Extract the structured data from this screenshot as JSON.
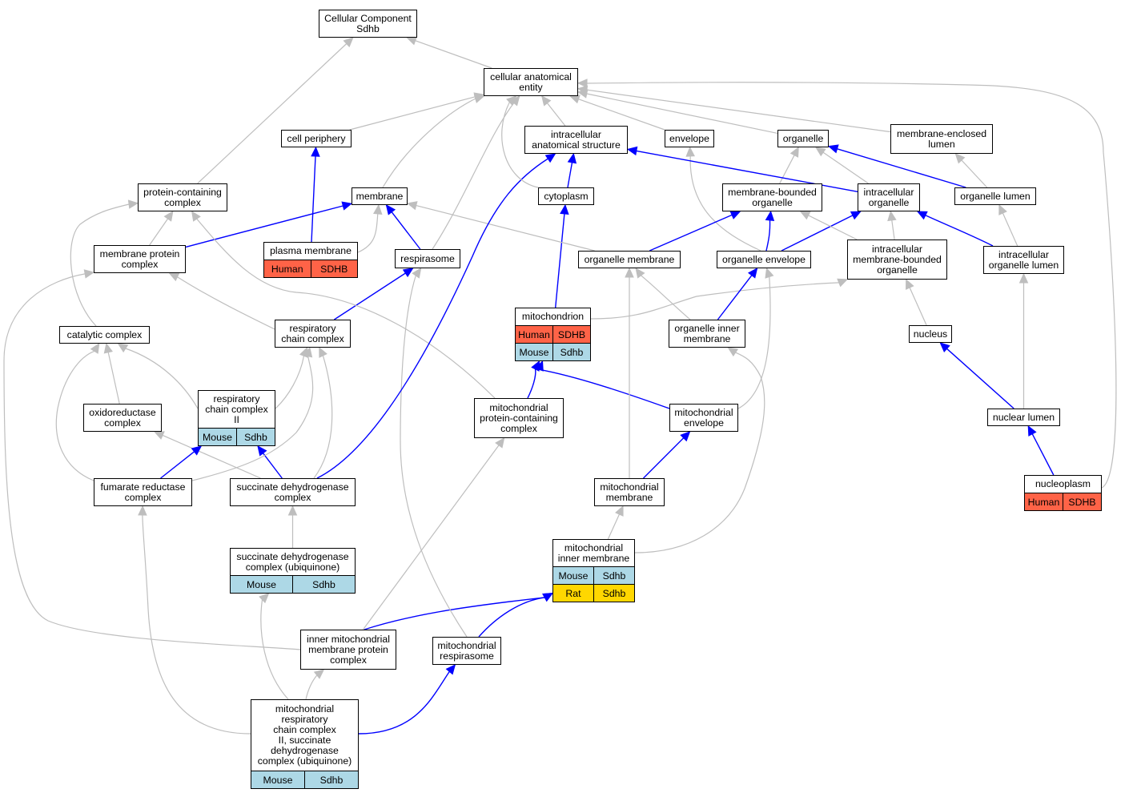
{
  "colors": {
    "human": "#ff6347",
    "mouse": "#add8e6",
    "rat": "#ffd700",
    "edge_is_a": "#bebebe",
    "edge_part_of": "#0000ff"
  },
  "nodes": [
    {
      "id": "root",
      "label": "Cellular Component\nSdhb"
    },
    {
      "id": "cae",
      "label": "cellular anatomical\nentity"
    },
    {
      "id": "cellper",
      "label": "cell periphery"
    },
    {
      "id": "ias",
      "label": "intracellular\nanatomical structure"
    },
    {
      "id": "envelope",
      "label": "envelope"
    },
    {
      "id": "organelle",
      "label": "organelle"
    },
    {
      "id": "melumen",
      "label": "membrane-enclosed\nlumen"
    },
    {
      "id": "pcc",
      "label": "protein-containing\ncomplex"
    },
    {
      "id": "membrane",
      "label": "membrane"
    },
    {
      "id": "cytoplasm",
      "label": "cytoplasm"
    },
    {
      "id": "mbo",
      "label": "membrane-bounded\norganelle"
    },
    {
      "id": "intorg",
      "label": "intracellular\norganelle"
    },
    {
      "id": "orglumen",
      "label": "organelle lumen"
    },
    {
      "id": "mpc",
      "label": "membrane protein\ncomplex"
    },
    {
      "id": "pm",
      "label": "plasma membrane",
      "rows": [
        [
          {
            "text": "Human",
            "species": "human"
          },
          {
            "text": "SDHB",
            "species": "human"
          }
        ]
      ]
    },
    {
      "id": "respirasome",
      "label": "respirasome"
    },
    {
      "id": "orgmem",
      "label": "organelle membrane"
    },
    {
      "id": "orgenv",
      "label": "organelle envelope"
    },
    {
      "id": "imbo",
      "label": "intracellular\nmembrane-bounded\norganelle"
    },
    {
      "id": "iol",
      "label": "intracellular\norganelle lumen"
    },
    {
      "id": "mito",
      "label": "mitochondrion",
      "rows": [
        [
          {
            "text": "Human",
            "species": "human"
          },
          {
            "text": "SDHB",
            "species": "human"
          }
        ],
        [
          {
            "text": "Mouse",
            "species": "mouse"
          },
          {
            "text": "Sdhb",
            "species": "mouse"
          }
        ]
      ]
    },
    {
      "id": "catcx",
      "label": "catalytic complex"
    },
    {
      "id": "rcc",
      "label": "respiratory\nchain complex"
    },
    {
      "id": "oim",
      "label": "organelle inner\nmembrane"
    },
    {
      "id": "nucleus",
      "label": "nucleus"
    },
    {
      "id": "rcc2",
      "label": "respiratory\nchain complex\nII",
      "rows": [
        [
          {
            "text": "Mouse",
            "species": "mouse"
          },
          {
            "text": "Sdhb",
            "species": "mouse"
          }
        ]
      ]
    },
    {
      "id": "oxred",
      "label": "oxidoreductase\ncomplex"
    },
    {
      "id": "mpcc",
      "label": "mitochondrial\nprotein-containing\ncomplex"
    },
    {
      "id": "menv",
      "label": "mitochondrial\nenvelope"
    },
    {
      "id": "nlumen",
      "label": "nuclear lumen"
    },
    {
      "id": "frc",
      "label": "fumarate reductase\ncomplex"
    },
    {
      "id": "sdc",
      "label": "succinate dehydrogenase\ncomplex"
    },
    {
      "id": "mmem",
      "label": "mitochondrial\nmembrane"
    },
    {
      "id": "nucleoplasm",
      "label": "nucleoplasm",
      "rows": [
        [
          {
            "text": "Human",
            "species": "human"
          },
          {
            "text": "SDHB",
            "species": "human"
          }
        ]
      ]
    },
    {
      "id": "sdcu",
      "label": "succinate dehydrogenase\ncomplex (ubiquinone)",
      "rows": [
        [
          {
            "text": "Mouse",
            "species": "mouse"
          },
          {
            "text": "Sdhb",
            "species": "mouse"
          }
        ]
      ]
    },
    {
      "id": "mim",
      "label": "mitochondrial\ninner membrane",
      "rows": [
        [
          {
            "text": "Mouse",
            "species": "mouse"
          },
          {
            "text": "Sdhb",
            "species": "mouse"
          }
        ],
        [
          {
            "text": "Rat",
            "species": "rat"
          },
          {
            "text": "Sdhb",
            "species": "rat"
          }
        ]
      ]
    },
    {
      "id": "impc",
      "label": "inner mitochondrial\nmembrane protein\ncomplex"
    },
    {
      "id": "mresp",
      "label": "mitochondrial\nrespirasome"
    },
    {
      "id": "mrc2",
      "label": "mitochondrial\nrespiratory\nchain complex\nII, succinate\ndehydrogenase\ncomplex (ubiquinone)",
      "rows": [
        [
          {
            "text": "Mouse",
            "species": "mouse"
          },
          {
            "text": "Sdhb",
            "species": "mouse"
          }
        ]
      ]
    }
  ],
  "edges": [
    {
      "from": "cae",
      "to": "root",
      "type": "is_a"
    },
    {
      "from": "pcc",
      "to": "root",
      "type": "is_a"
    },
    {
      "from": "cellper",
      "to": "cae",
      "type": "is_a"
    },
    {
      "from": "ias",
      "to": "cae",
      "type": "is_a"
    },
    {
      "from": "envelope",
      "to": "cae",
      "type": "is_a"
    },
    {
      "from": "organelle",
      "to": "cae",
      "type": "is_a"
    },
    {
      "from": "melumen",
      "to": "cae",
      "type": "is_a"
    },
    {
      "from": "membrane",
      "to": "cae",
      "type": "is_a"
    },
    {
      "from": "respirasome",
      "to": "cae",
      "type": "is_a"
    },
    {
      "from": "cytoplasm",
      "to": "cae",
      "type": "is_a"
    },
    {
      "from": "nucleoplasm",
      "to": "cae",
      "type": "is_a"
    },
    {
      "from": "pm",
      "to": "cellper",
      "type": "part_of"
    },
    {
      "from": "cytoplasm",
      "to": "ias",
      "type": "part_of"
    },
    {
      "from": "intorg",
      "to": "ias",
      "type": "part_of"
    },
    {
      "from": "sdc",
      "to": "ias",
      "type": "part_of"
    },
    {
      "from": "mbo",
      "to": "organelle",
      "type": "is_a"
    },
    {
      "from": "intorg",
      "to": "organelle",
      "type": "is_a"
    },
    {
      "from": "orglumen",
      "to": "organelle",
      "type": "part_of"
    },
    {
      "from": "orglumen",
      "to": "melumen",
      "type": "is_a"
    },
    {
      "from": "mpc",
      "to": "pcc",
      "type": "is_a"
    },
    {
      "from": "catcx",
      "to": "pcc",
      "type": "is_a"
    },
    {
      "from": "mpcc",
      "to": "pcc",
      "type": "is_a"
    },
    {
      "from": "mpc",
      "to": "membrane",
      "type": "part_of"
    },
    {
      "from": "pm",
      "to": "membrane",
      "type": "is_a"
    },
    {
      "from": "respirasome",
      "to": "membrane",
      "type": "part_of"
    },
    {
      "from": "orgmem",
      "to": "membrane",
      "type": "is_a"
    },
    {
      "from": "mito",
      "to": "cytoplasm",
      "type": "part_of"
    },
    {
      "from": "orgmem",
      "to": "mbo",
      "type": "part_of"
    },
    {
      "from": "orgenv",
      "to": "mbo",
      "type": "part_of"
    },
    {
      "from": "imbo",
      "to": "mbo",
      "type": "is_a"
    },
    {
      "from": "orgenv",
      "to": "intorg",
      "type": "part_of"
    },
    {
      "from": "imbo",
      "to": "intorg",
      "type": "is_a"
    },
    {
      "from": "iol",
      "to": "intorg",
      "type": "part_of"
    },
    {
      "from": "iol",
      "to": "orglumen",
      "type": "is_a"
    },
    {
      "from": "orgenv",
      "to": "envelope",
      "type": "is_a"
    },
    {
      "from": "rcc",
      "to": "mpc",
      "type": "is_a"
    },
    {
      "from": "impc",
      "to": "mpc",
      "type": "is_a"
    },
    {
      "from": "rcc",
      "to": "respirasome",
      "type": "part_of"
    },
    {
      "from": "mresp",
      "to": "respirasome",
      "type": "is_a"
    },
    {
      "from": "oim",
      "to": "orgmem",
      "type": "is_a"
    },
    {
      "from": "mmem",
      "to": "orgmem",
      "type": "is_a"
    },
    {
      "from": "oim",
      "to": "orgenv",
      "type": "part_of"
    },
    {
      "from": "menv",
      "to": "orgenv",
      "type": "is_a"
    },
    {
      "from": "mito",
      "to": "imbo",
      "type": "is_a"
    },
    {
      "from": "nucleus",
      "to": "imbo",
      "type": "is_a"
    },
    {
      "from": "nlumen",
      "to": "iol",
      "type": "is_a"
    },
    {
      "from": "mpcc",
      "to": "mito",
      "type": "part_of"
    },
    {
      "from": "menv",
      "to": "mito",
      "type": "part_of"
    },
    {
      "from": "rcc2",
      "to": "catcx",
      "type": "is_a"
    },
    {
      "from": "oxred",
      "to": "catcx",
      "type": "is_a"
    },
    {
      "from": "frc",
      "to": "catcx",
      "type": "is_a"
    },
    {
      "from": "rcc2",
      "to": "rcc",
      "type": "is_a"
    },
    {
      "from": "frc",
      "to": "rcc",
      "type": "is_a"
    },
    {
      "from": "sdc",
      "to": "rcc",
      "type": "is_a"
    },
    {
      "from": "mim",
      "to": "oim",
      "type": "is_a"
    },
    {
      "from": "nlumen",
      "to": "nucleus",
      "type": "part_of"
    },
    {
      "from": "frc",
      "to": "rcc2",
      "type": "part_of"
    },
    {
      "from": "sdc",
      "to": "rcc2",
      "type": "part_of"
    },
    {
      "from": "sdc",
      "to": "oxred",
      "type": "is_a"
    },
    {
      "from": "impc",
      "to": "mpcc",
      "type": "is_a"
    },
    {
      "from": "mmem",
      "to": "menv",
      "type": "part_of"
    },
    {
      "from": "nucleoplasm",
      "to": "nlumen",
      "type": "part_of"
    },
    {
      "from": "mrc2",
      "to": "frc",
      "type": "is_a"
    },
    {
      "from": "sdcu",
      "to": "sdc",
      "type": "is_a"
    },
    {
      "from": "mim",
      "to": "mmem",
      "type": "is_a"
    },
    {
      "from": "mrc2",
      "to": "sdcu",
      "type": "is_a"
    },
    {
      "from": "impc",
      "to": "mim",
      "type": "part_of"
    },
    {
      "from": "mresp",
      "to": "mim",
      "type": "part_of"
    },
    {
      "from": "mrc2",
      "to": "impc",
      "type": "is_a"
    },
    {
      "from": "mrc2",
      "to": "mresp",
      "type": "part_of"
    }
  ]
}
